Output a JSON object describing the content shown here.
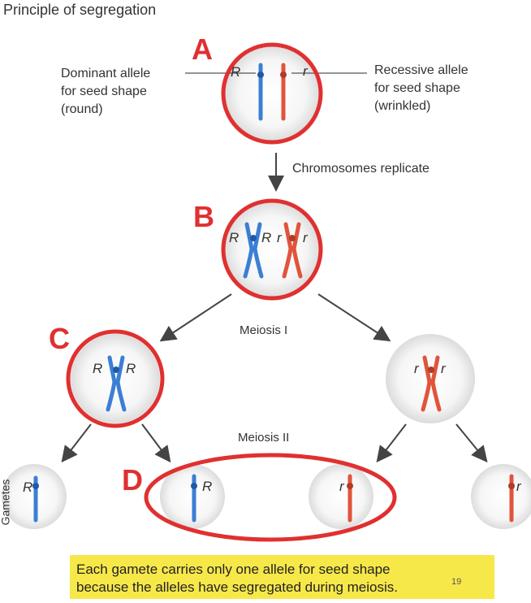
{
  "title": "Principle of segregation",
  "labels": {
    "A": "A",
    "B": "B",
    "C": "C",
    "D": "D",
    "dominant_allele": "Dominant allele\nfor seed shape\n(round)",
    "recessive_allele": "Recessive allele\nfor seed shape\n(wrinkled)",
    "replicate": "Chromosomes replicate",
    "meiosis1": "Meiosis I",
    "meiosis2": "Meiosis II",
    "gametes": "Gametes",
    "page_number": "19"
  },
  "alleles": {
    "dominant": "R",
    "recessive": "r"
  },
  "caption": {
    "line1": "Each gamete carries only one allele for seed shape",
    "line2": "because the alleles have segregated during meiosis."
  },
  "colors": {
    "dominant_chromosome": "#3b7fd4",
    "recessive_chromosome": "#e0543c",
    "highlight": "#e03030",
    "caption_bg": "#f7e84a",
    "cell": "#f2f2f2"
  }
}
